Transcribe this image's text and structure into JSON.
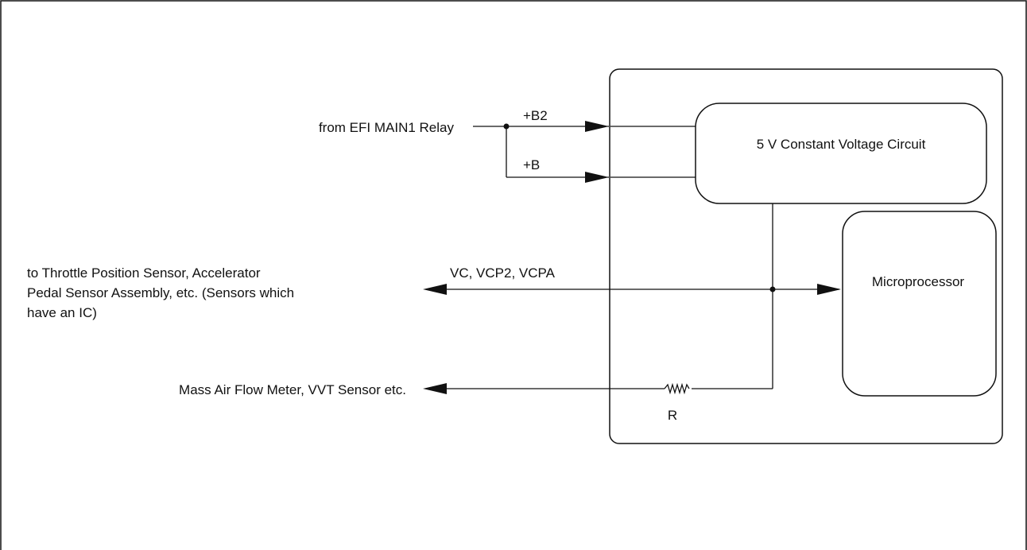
{
  "diagram": {
    "ecu_block": {
      "constant_voltage_circuit": "5 V Constant Voltage Circuit",
      "microprocessor": "Microprocessor"
    },
    "inputs": {
      "source": "from EFI MAIN1 Relay",
      "b2_terminal": "+B2",
      "b_terminal": "+B"
    },
    "outputs": {
      "vc_terminals": "VC, VCP2, VCPA",
      "ic_sensors_line1": "to Throttle Position Sensor, Accelerator",
      "ic_sensors_line2": "Pedal Sensor Assembly, etc. (Sensors which",
      "ic_sensors_line3": "have an IC)",
      "resistor_label": "R",
      "other_sensors": "Mass Air Flow Meter, VVT Sensor etc."
    }
  }
}
